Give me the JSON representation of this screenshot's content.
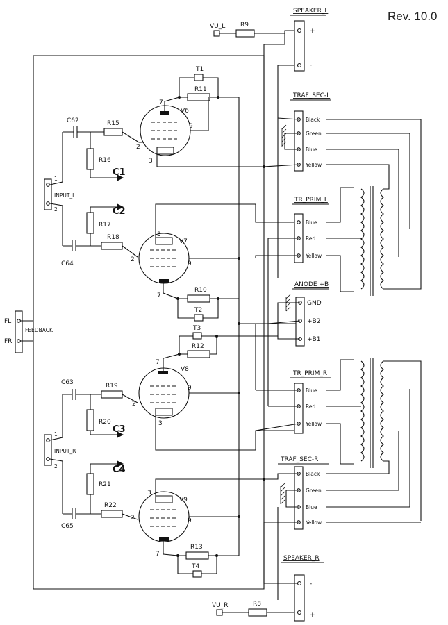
{
  "revision": "Rev. 10.0",
  "connectors": {
    "speaker_l": {
      "title": "SPEAKER_L",
      "pins": [
        "+",
        "-"
      ]
    },
    "speaker_r": {
      "title": "SPEAKER_R",
      "pins": [
        "-",
        "+"
      ]
    },
    "traf_sec_l": {
      "title": "TRAF_SEC-L",
      "pins": [
        "Black",
        "Green",
        "Blue",
        "Yellow"
      ]
    },
    "traf_sec_r": {
      "title": "TRAF_SEC-R",
      "pins": [
        "Black",
        "Green",
        "Blue",
        "Yellow"
      ]
    },
    "tr_prim_l": {
      "title": "TR_PRIM_L",
      "pins": [
        "Blue",
        "Red",
        "Yellow"
      ]
    },
    "tr_prim_r": {
      "title": "TR_PRIM_R",
      "pins": [
        "Blue",
        "Red",
        "Yellow"
      ]
    },
    "anode": {
      "title": "ANODE +B",
      "pins": [
        "GND",
        "+B2",
        "+B1"
      ]
    },
    "input_l": {
      "title": "INPUT_L",
      "pins": [
        "1",
        "2"
      ]
    },
    "input_r": {
      "title": "INPUT_R",
      "pins": [
        "1",
        "2"
      ]
    },
    "feedback": {
      "title": "FEEDBACK",
      "pins": [
        "FL",
        "FR"
      ]
    }
  },
  "vu": {
    "left": "VU_L",
    "right": "VU_R"
  },
  "tubes": {
    "v6": {
      "name": "V6",
      "pins": [
        "7",
        "2",
        "3",
        "9"
      ]
    },
    "v7": {
      "name": "V7",
      "pins": [
        "3",
        "2",
        "7",
        "9"
      ]
    },
    "v8": {
      "name": "V8",
      "pins": [
        "7",
        "2",
        "3",
        "9"
      ]
    },
    "v9": {
      "name": "V9",
      "pins": [
        "3",
        "2",
        "7",
        "9"
      ]
    }
  },
  "resistors": {
    "r9": "R9",
    "r8": "R8",
    "r11": "R11",
    "r10": "R10",
    "r12": "R12",
    "r13": "R13",
    "r15": "R15",
    "r16": "R16",
    "r17": "R17",
    "r18": "R18",
    "r19": "R19",
    "r20": "R20",
    "r21": "R21",
    "r22": "R22"
  },
  "trimmers": {
    "t1": "T1",
    "t2": "T2",
    "t3": "T3",
    "t4": "T4"
  },
  "capacitors": {
    "c62": "C62",
    "c64": "C64",
    "c63": "C63",
    "c65": "C65"
  },
  "test_points": {
    "c1": "C1",
    "c2": "C2",
    "c3": "C3",
    "c4": "C4"
  }
}
